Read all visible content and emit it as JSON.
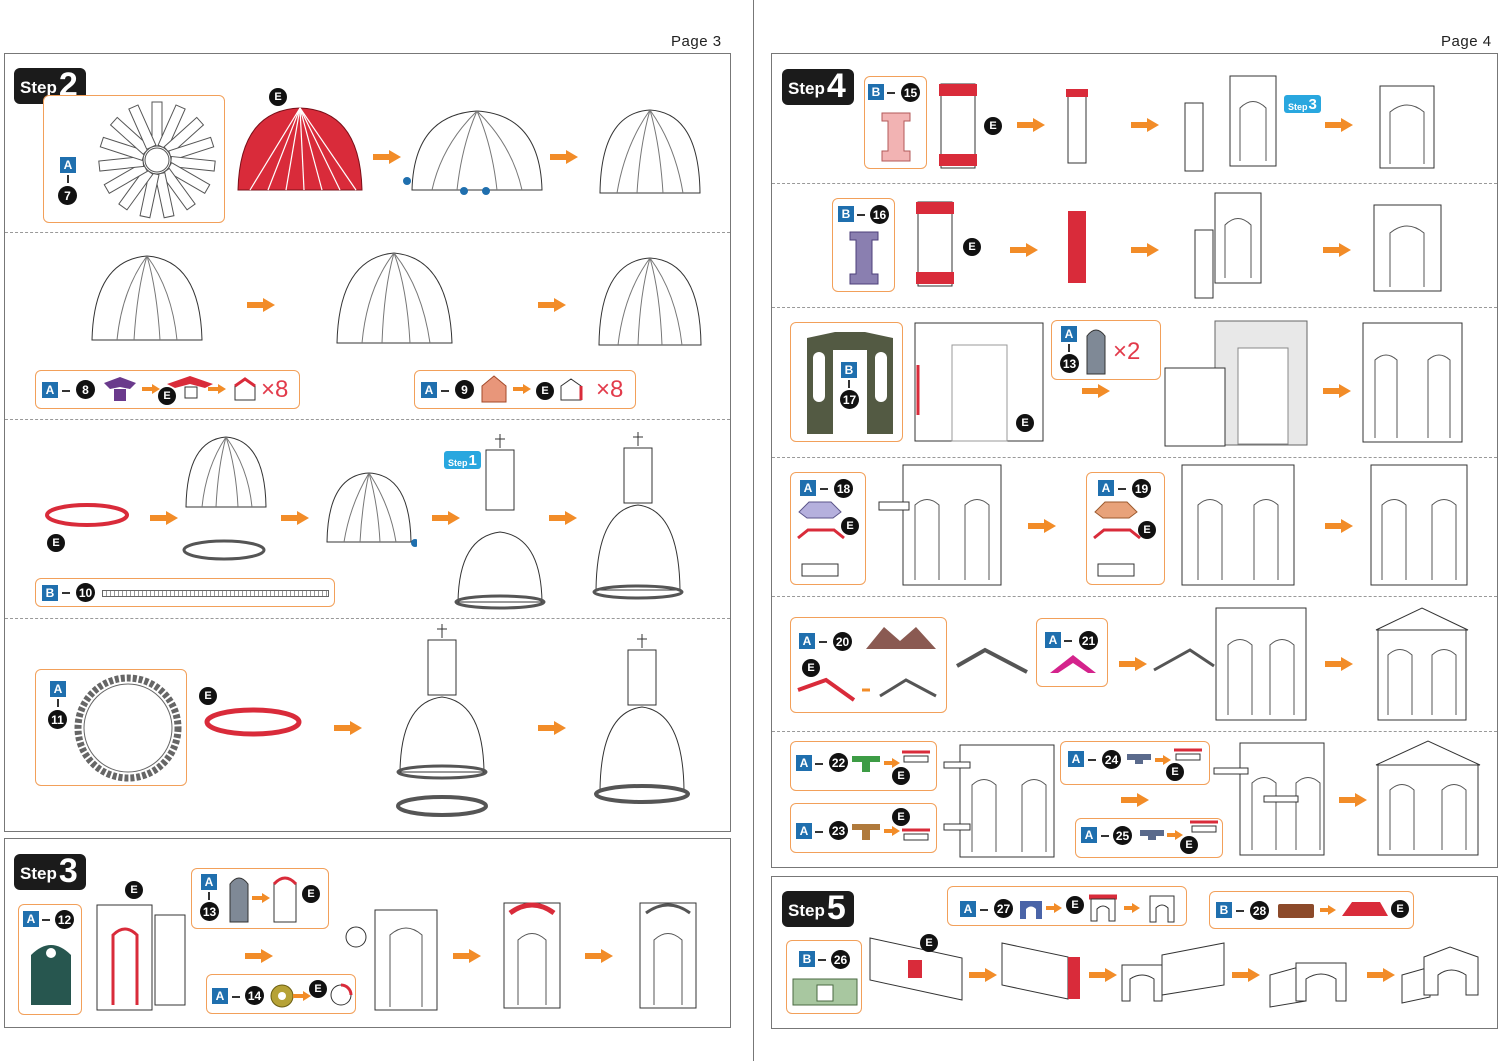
{
  "pages": {
    "left_label": "Page 3",
    "right_label": "Page 4"
  },
  "steps": {
    "s2": "2",
    "s3": "3",
    "s4": "4",
    "s5": "5",
    "word": "Step"
  },
  "badges": {
    "E": "E",
    "A": "A",
    "B": "B"
  },
  "parts": {
    "p7": "7",
    "p8": "8",
    "p9": "9",
    "p10": "10",
    "p11": "11",
    "p12": "12",
    "p13": "13",
    "p14": "14",
    "p15": "15",
    "p16": "16",
    "p17": "17",
    "p18": "18",
    "p19": "19",
    "p20": "20",
    "p21": "21",
    "p22": "22",
    "p23": "23",
    "p24": "24",
    "p25": "25",
    "p26": "26",
    "p27": "27",
    "p28": "28"
  },
  "multipliers": {
    "x8": "×8",
    "x2": "×2"
  },
  "ref_steps": {
    "r1": "1",
    "r3": "3"
  },
  "colors": {
    "orange": "#f28c28",
    "red": "#d92b3a",
    "blue": "#1f6fae",
    "callout": "#f2a05a",
    "lightblue": "#29a7df"
  },
  "icons": {
    "arrow": "orange-arrow-icon",
    "dome": "dome-icon",
    "wall": "facade-wall-icon"
  }
}
